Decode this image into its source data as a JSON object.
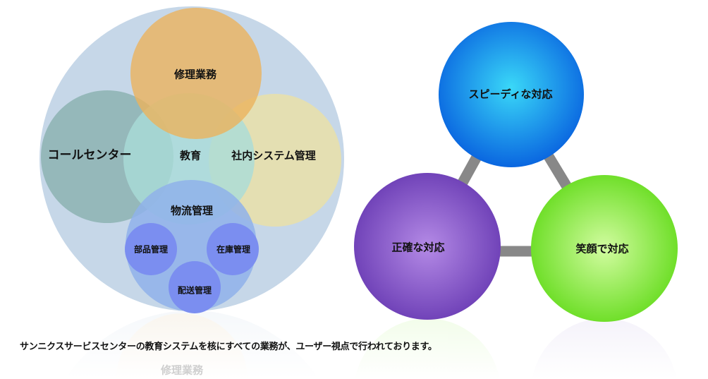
{
  "left_diagram": {
    "outer": "",
    "repair": "修理業務",
    "call_center": "コールセンター",
    "education": "教育",
    "internal_system": "社内システム管理",
    "logistics": "物流管理",
    "parts": "部品管理",
    "inventory": "在庫管理",
    "delivery": "配送管理",
    "reflection_label": "修理業務"
  },
  "right_diagram": {
    "speedy": "スピーディな対応",
    "accurate": "正確な対応",
    "smile": "笑顔で対応"
  },
  "caption": "サンニクスサービスセンターの教育システムを核にすべての業務が、ユーザー視点で行われております。",
  "colors": {
    "outer": "#c6d7e8",
    "repair": "#ebb35c",
    "call_center": "#8fb5b5",
    "education": "#a9dcd8",
    "internal_system": "#e9e1a8",
    "logistics": "#8fb1ea",
    "sub": "#7b8ef0",
    "speedy": "#0a78e8",
    "accurate": "#7a4cc0",
    "smile": "#6fe02a",
    "connector": "#888888"
  }
}
